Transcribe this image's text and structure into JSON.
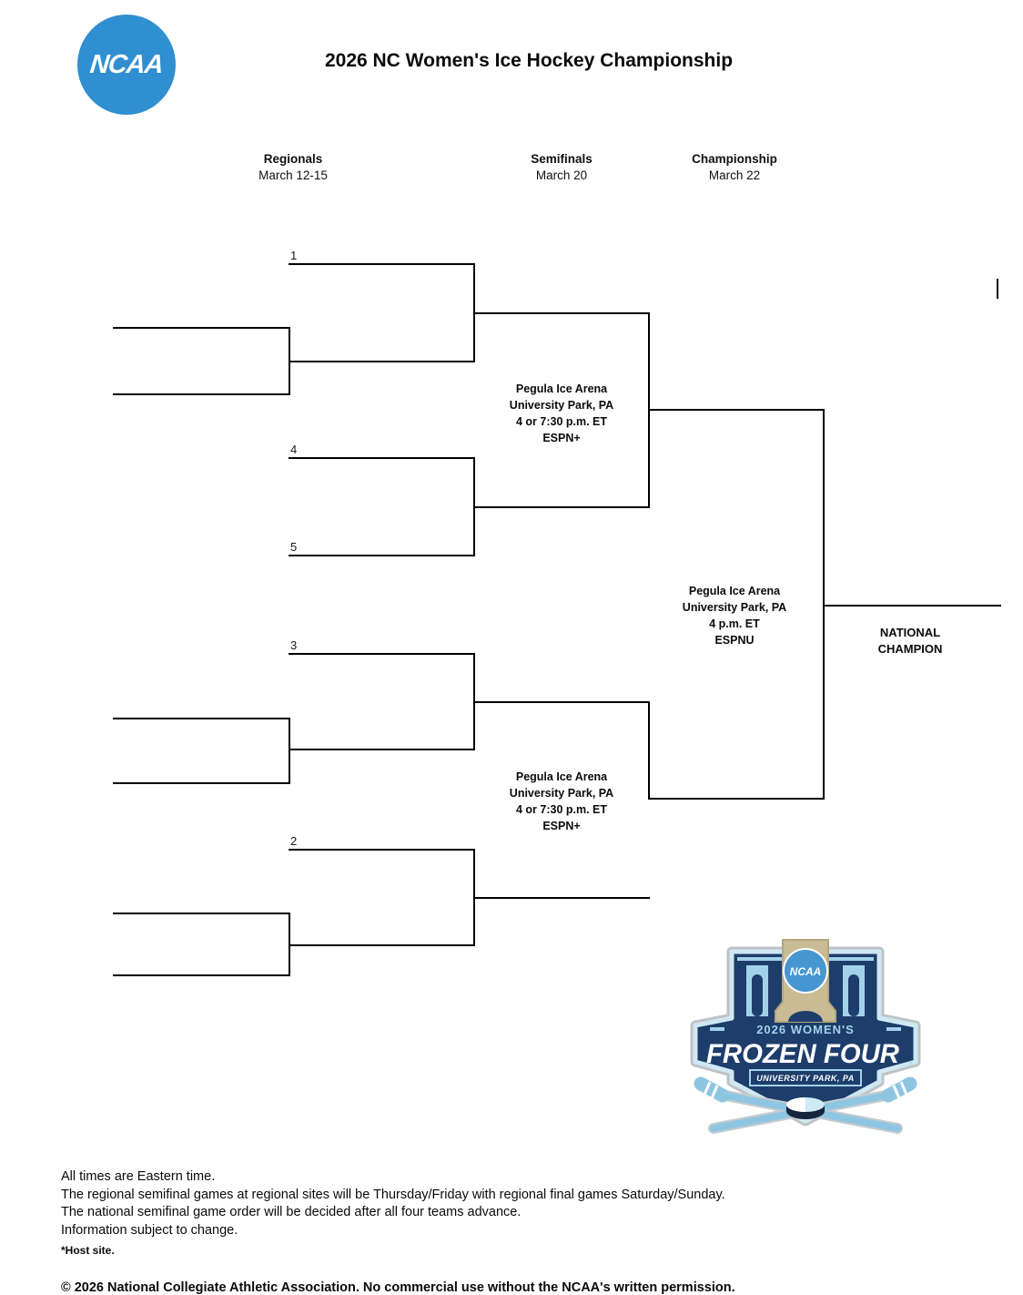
{
  "page": {
    "title": "2026 NC Women's Ice Hockey Championship"
  },
  "ncaa_logo": {
    "text": "NCAA",
    "registered": "®",
    "color": "#2f8fd0"
  },
  "rounds": [
    {
      "name": "Regionals",
      "date": "March 12-15"
    },
    {
      "name": "Semifinals",
      "date": "March 20"
    },
    {
      "name": "Championship",
      "date": "March 22"
    }
  ],
  "bracket": {
    "seeds": [
      "1",
      "4",
      "5",
      "3",
      "2"
    ],
    "semifinal_top": {
      "venue": "Pegula Ice Arena",
      "location": "University Park, PA",
      "time": "4 or 7:30 p.m. ET",
      "network": "ESPN+"
    },
    "semifinal_bottom": {
      "venue": "Pegula Ice Arena",
      "location": "University Park, PA",
      "time": "4 or 7:30 p.m. ET",
      "network": "ESPN+"
    },
    "championship": {
      "venue": "Pegula Ice Arena",
      "location": "University Park, PA",
      "time": "4 p.m. ET",
      "network": "ESPNU"
    },
    "champion_label_line1": "NATIONAL",
    "champion_label_line2": "CHAMPION"
  },
  "frozen_four_logo": {
    "year_line": "2026 WOMEN'S",
    "title": "FROZEN FOUR",
    "registered": "®",
    "location": "UNIVERSITY PARK, PA",
    "ncaa": "NCAA",
    "colors": {
      "navy": "#1d3d6b",
      "light_blue": "#a2d2e9",
      "tan": "#c9bc94",
      "circle_blue": "#4796d2",
      "silver": "#bfc3c6"
    }
  },
  "footer": {
    "notes": [
      "All times are Eastern time.",
      "The regional semifinal games at regional sites will be Thursday/Friday with regional final games Saturday/Sunday.",
      "The national semifinal game order will be decided after all four teams advance.",
      "Information subject to change."
    ],
    "host_note": "*Host site.",
    "copyright": "© 2026 National Collegiate Athletic Association.  No commercial use without the NCAA's written permission."
  }
}
